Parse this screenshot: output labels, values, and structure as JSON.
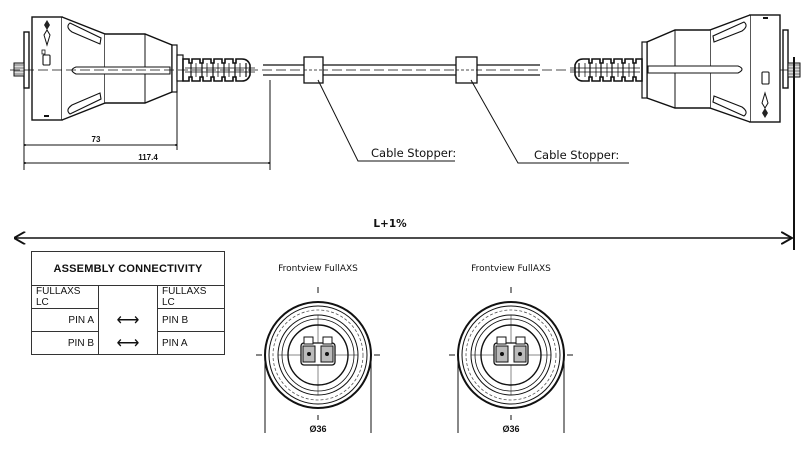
{
  "drawing": {
    "dimensions": {
      "connector_length": "73",
      "boot_length": "117.4",
      "overall_length": "L+1%"
    },
    "callouts": [
      {
        "label": "Cable Stopper:"
      },
      {
        "label": "Cable Stopper:"
      }
    ],
    "front_views": [
      {
        "title": "Frontview FullAXS",
        "diameter": "Ø36"
      },
      {
        "title": "Frontview FullAXS",
        "diameter": "Ø36"
      }
    ]
  },
  "connectivity_table": {
    "title": "ASSEMBLY CONNECTIVITY",
    "header": {
      "left": "FULLAXS LC",
      "right": "FULLAXS LC"
    },
    "rows": [
      {
        "left": "PIN A",
        "arrow": "⟷",
        "right": "PIN B"
      },
      {
        "left": "PIN B",
        "arrow": "⟷",
        "right": "PIN A"
      }
    ]
  }
}
